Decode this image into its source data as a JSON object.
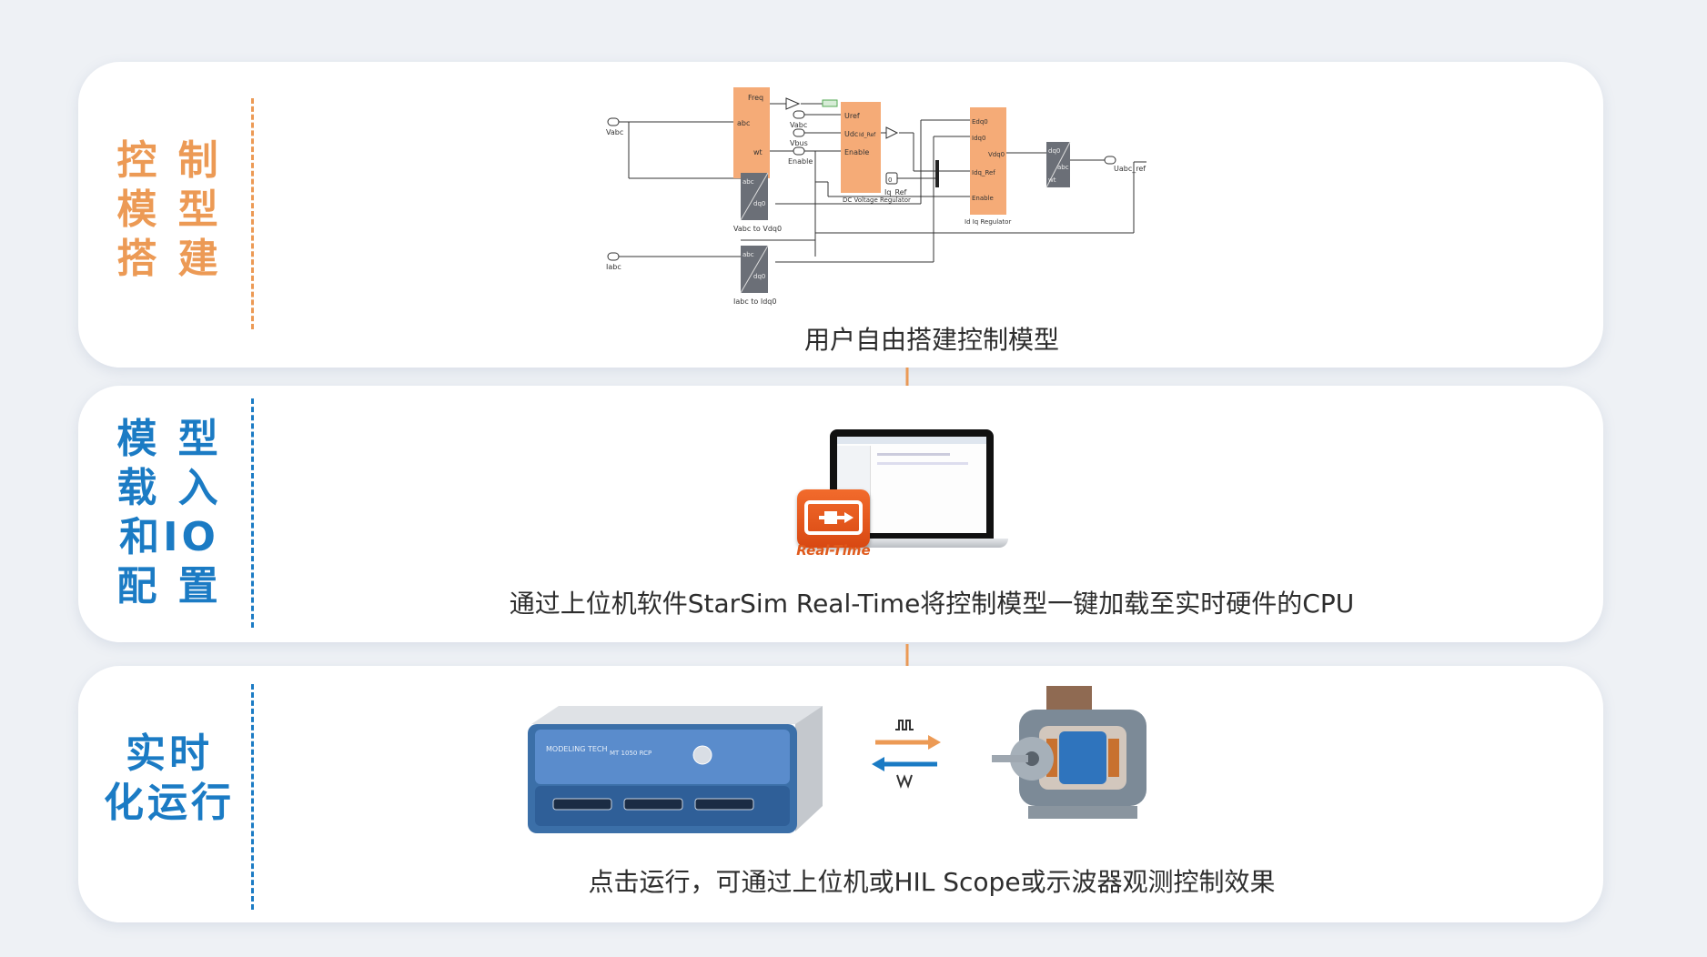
{
  "stages": [
    {
      "title_lines": [
        "控 制",
        "模 型",
        "搭 建"
      ],
      "caption": "用户自由搭建控制模型",
      "accent": "#ec9a55"
    },
    {
      "title_lines": [
        "模 型",
        "载 入",
        "和IO",
        "配 置"
      ],
      "caption": "通过上位机软件StarSim Real-Time将控制模型一键加载至实时硬件的CPU",
      "accent": "#1b7bc4"
    },
    {
      "title_lines": [
        "实时",
        "化运行"
      ],
      "caption": "点击运行，可通过上位机或HIL Scope或示波器观测控制效果",
      "accent": "#1b7bc4"
    }
  ],
  "diagram": {
    "vabc_in": "Vabc",
    "iabc_in": "Iabc",
    "pll_freq": "Freq",
    "pll_abc": "abc",
    "pll_wt": "wt",
    "vabc_to_vdq0": "Vabc to Vdq0",
    "iabc_to_idq0": "Iabc to Idq0",
    "block_abc": "abc",
    "block_dq0": "dq0",
    "dc_uref": "Uref",
    "dc_udc": "Udc",
    "dc_enable": "Enable",
    "dc_idref": "Id_Ref",
    "dc_name": "DC Voltage Regulator",
    "vabc_port": "Vabc",
    "vbus_port": "Vbus",
    "enable_port": "Enable",
    "iq_ref": "Iq_Ref",
    "iq_const": "0",
    "reg_edq0": "Edq0",
    "reg_idq0": "Idq0",
    "reg_vdq0": "Vdq0",
    "reg_idqref": "Idq_Ref",
    "reg_enable": "Enable",
    "reg_name": "Id Iq Regulator",
    "inv_dq0": "dq0",
    "inv_abc": "abc",
    "inv_wt": "wt",
    "out": "Uabc_ref"
  },
  "runtime": {
    "software_logo": "Real-Time",
    "device_brand": "MODELING TECH",
    "device_model": "MT 1050 RCP"
  }
}
